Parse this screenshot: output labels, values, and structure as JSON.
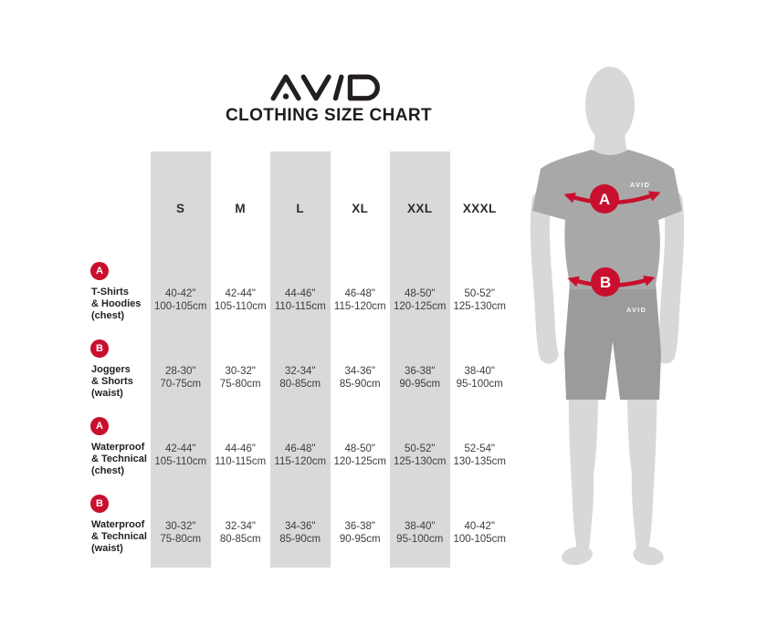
{
  "header": {
    "logo": "AVID",
    "title": "CLOTHING SIZE CHART"
  },
  "chart_data": {
    "type": "table",
    "title": "CLOTHING SIZE CHART",
    "columns": [
      "S",
      "M",
      "L",
      "XL",
      "XXL",
      "XXXL"
    ],
    "rows": [
      {
        "marker": "A",
        "label": [
          "T-Shirts",
          "& Hoodies",
          "(chest)"
        ],
        "cells": [
          {
            "in": "40-42\"",
            "cm": "100-105cm"
          },
          {
            "in": "42-44\"",
            "cm": "105-110cm"
          },
          {
            "in": "44-46\"",
            "cm": "110-115cm"
          },
          {
            "in": "46-48\"",
            "cm": "115-120cm"
          },
          {
            "in": "48-50\"",
            "cm": "120-125cm"
          },
          {
            "in": "50-52\"",
            "cm": "125-130cm"
          }
        ]
      },
      {
        "marker": "B",
        "label": [
          "Joggers",
          "& Shorts",
          "(waist)"
        ],
        "cells": [
          {
            "in": "28-30\"",
            "cm": "70-75cm"
          },
          {
            "in": "30-32\"",
            "cm": "75-80cm"
          },
          {
            "in": "32-34\"",
            "cm": "80-85cm"
          },
          {
            "in": "34-36\"",
            "cm": "85-90cm"
          },
          {
            "in": "36-38\"",
            "cm": "90-95cm"
          },
          {
            "in": "38-40\"",
            "cm": "95-100cm"
          }
        ]
      },
      {
        "marker": "A",
        "label": [
          "Waterproof",
          "& Technical",
          "(chest)"
        ],
        "cells": [
          {
            "in": "42-44\"",
            "cm": "105-110cm"
          },
          {
            "in": "44-46\"",
            "cm": "110-115cm"
          },
          {
            "in": "46-48\"",
            "cm": "115-120cm"
          },
          {
            "in": "48-50\"",
            "cm": "120-125cm"
          },
          {
            "in": "50-52\"",
            "cm": "125-130cm"
          },
          {
            "in": "52-54\"",
            "cm": "130-135cm"
          }
        ]
      },
      {
        "marker": "B",
        "label": [
          "Waterproof",
          "& Technical",
          "(waist)"
        ],
        "cells": [
          {
            "in": "30-32\"",
            "cm": "75-80cm"
          },
          {
            "in": "32-34\"",
            "cm": "80-85cm"
          },
          {
            "in": "34-36\"",
            "cm": "85-90cm"
          },
          {
            "in": "36-38\"",
            "cm": "90-95cm"
          },
          {
            "in": "38-40\"",
            "cm": "95-100cm"
          },
          {
            "in": "40-42\"",
            "cm": "100-105cm"
          }
        ]
      }
    ]
  },
  "figure": {
    "chest_marker": "A",
    "waist_marker": "B",
    "garment_logo": "AVID"
  },
  "colors": {
    "accent_red": "#c8102e",
    "stripe_gray": "#d9d9d9",
    "shirt_gray": "#a8a8a8",
    "shorts_gray": "#9b9b9b",
    "skin_gray": "#d8d8d8",
    "text_dark": "#1d1d1d"
  }
}
